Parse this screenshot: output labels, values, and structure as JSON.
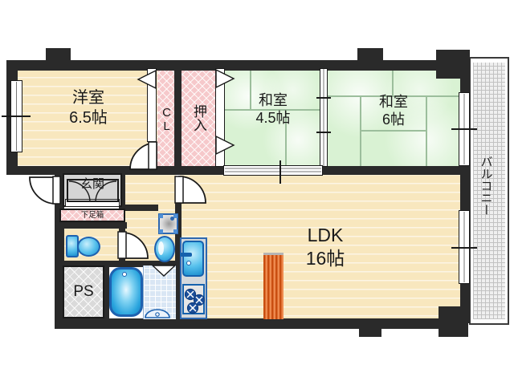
{
  "plan": {
    "rooms": {
      "western": {
        "name": "洋室",
        "size": "6.5帖"
      },
      "cl": {
        "label": "CL"
      },
      "oshiire": {
        "label": "押入"
      },
      "washitsu45": {
        "name": "和室",
        "size": "4.5帖"
      },
      "washitsu6": {
        "name": "和室",
        "size": "6帖"
      },
      "ldk": {
        "name": "LDK",
        "size": "16帖"
      },
      "balcony": {
        "label": "バルコニー"
      },
      "genkan": {
        "label": "玄関"
      },
      "shoebox": {
        "label": "下足箱"
      },
      "ps": {
        "label": "PS"
      }
    },
    "fixtures": [
      "bathtub",
      "shower-floor",
      "toilet",
      "washbasin",
      "washing-machine-pan",
      "kitchen-sink",
      "gas-stove",
      "kitchen-counter"
    ],
    "colors": {
      "wall": "#2a2a2a",
      "tatami_green": "#d9f2d3",
      "wood_floor": "#f8e7be",
      "closet_pink": "#f6c9cb",
      "entrance_gray": "#d5d5d5",
      "balcony_gray": "#efefef",
      "fixture_blue": "#1e62b0",
      "counter_orange": "#cf5a17"
    }
  }
}
